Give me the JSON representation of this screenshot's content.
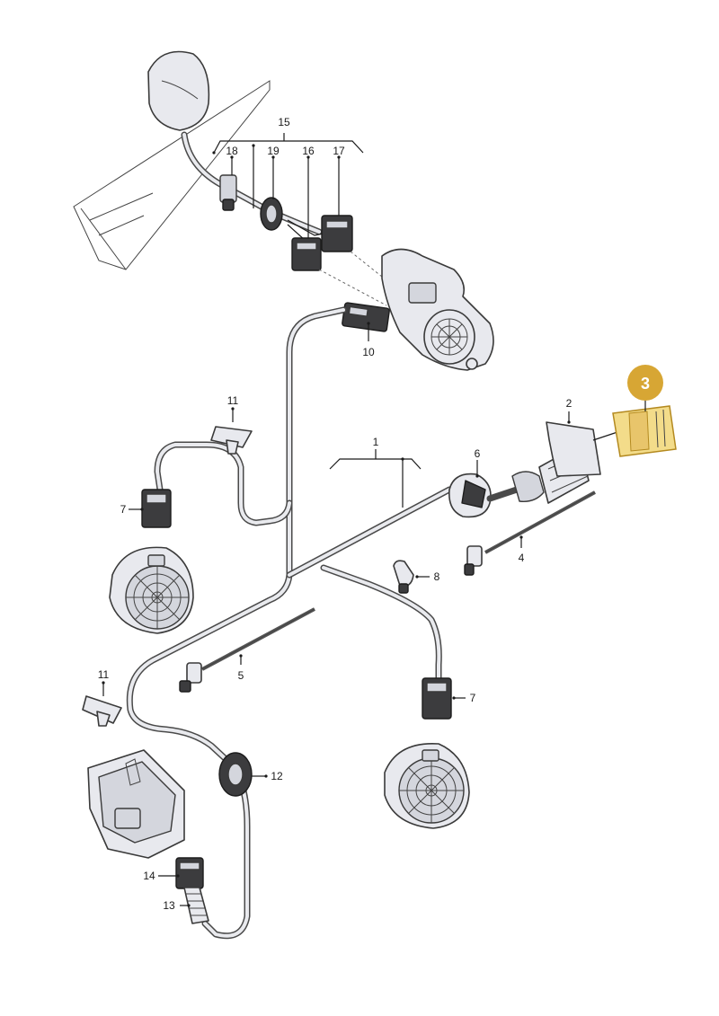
{
  "colors": {
    "highlight": "#d7a634",
    "highlight_light": "#f3dc8a",
    "line": "#1a1a1a"
  },
  "callouts": {
    "c1": "1",
    "c2": "2",
    "c3": "3",
    "c4": "4",
    "c5": "5",
    "c6": "6",
    "c7a": "7",
    "c7b": "7",
    "c8": "8",
    "c10": "10",
    "c11a": "11",
    "c11b": "11",
    "c12": "12",
    "c13": "13",
    "c14": "14",
    "c15": "15",
    "c16": "16",
    "c17": "17",
    "c18": "18",
    "c19": "19"
  }
}
